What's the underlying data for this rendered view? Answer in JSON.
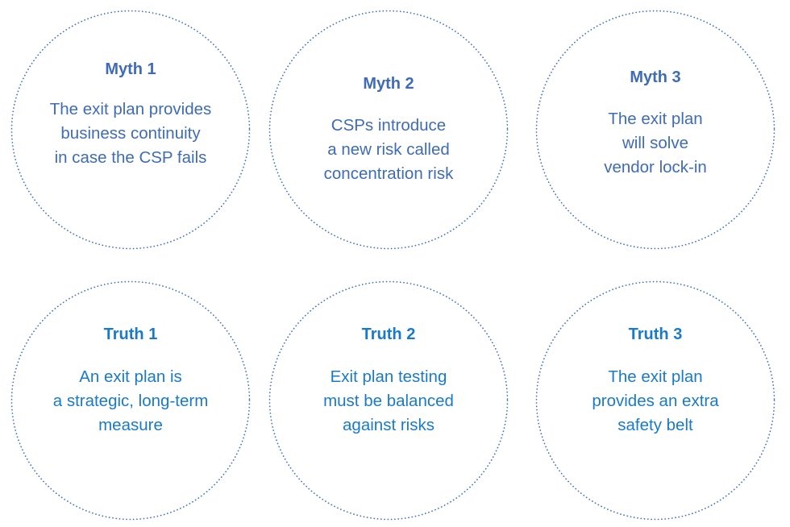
{
  "diagram": {
    "type": "circles-grid",
    "columns": 3,
    "rows": 2,
    "background_color": "#ffffff",
    "myth_color": "#3f6cb4",
    "truth_color": "#1a7ac9",
    "circle_border_color": "#4472b8",
    "circle_border_style": "dotted"
  },
  "circles": [
    {
      "id": "myth-1",
      "group": "myth",
      "title": "Myth 1",
      "lines": [
        "The exit plan provides",
        "business continuity",
        "in case the CSP fails"
      ]
    },
    {
      "id": "myth-2",
      "group": "myth",
      "title": "Myth 2",
      "lines": [
        "CSPs introduce",
        "a new risk called",
        "concentration risk"
      ]
    },
    {
      "id": "myth-3",
      "group": "myth",
      "title": "Myth 3",
      "lines": [
        "The exit plan",
        "will solve",
        "vendor lock-in"
      ]
    },
    {
      "id": "truth-1",
      "group": "truth",
      "title": "Truth 1",
      "lines": [
        "An exit plan is",
        "a strategic, long-term",
        "measure"
      ]
    },
    {
      "id": "truth-2",
      "group": "truth",
      "title": "Truth 2",
      "lines": [
        "Exit plan testing",
        "must be balanced",
        "against risks"
      ]
    },
    {
      "id": "truth-3",
      "group": "truth",
      "title": "Truth 3",
      "lines": [
        "The exit plan",
        "provides an extra",
        "safety belt"
      ]
    }
  ]
}
